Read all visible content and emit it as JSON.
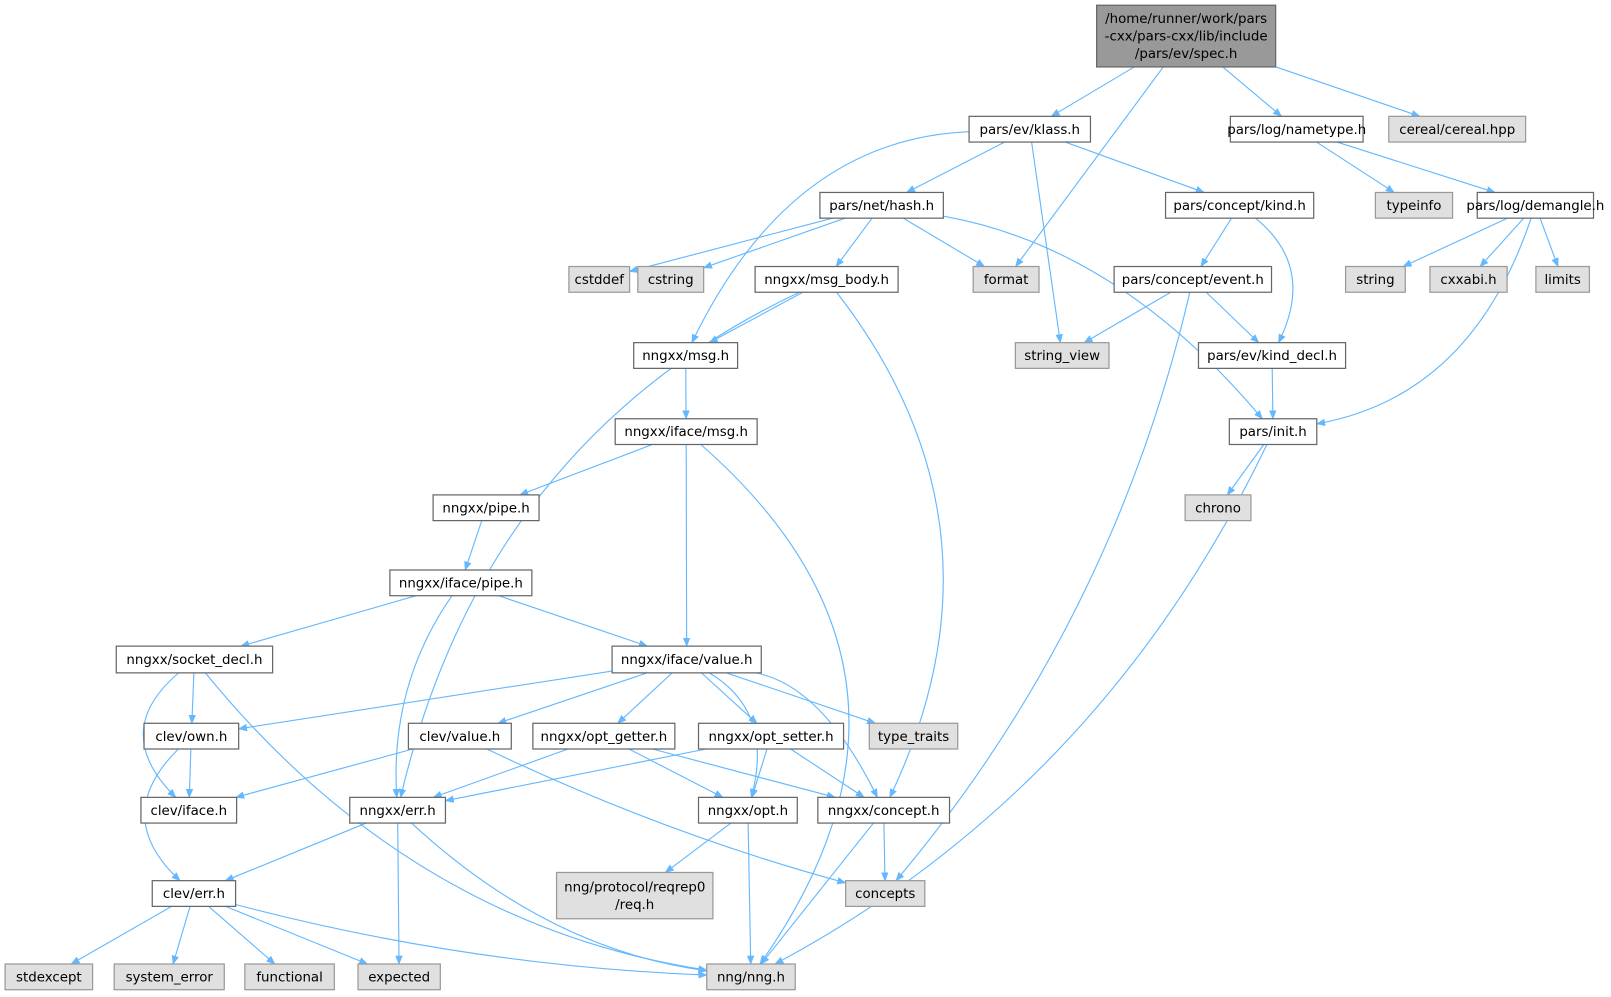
{
  "graph": {
    "type": "include-dependency-graph",
    "colors": {
      "root_fill": "#999999",
      "local_fill": "#ffffff",
      "system_fill": "#e0e0e0",
      "edge": "#63b8ff",
      "local_border": "#666666",
      "system_border": "#999999"
    },
    "nodes": [
      {
        "id": "spec",
        "lines": [
          "/home/runner/work/pars",
          "-cxx/pars-cxx/lib/include",
          "/pars/ev/spec.h"
        ],
        "kind": "root"
      },
      {
        "id": "klass",
        "lines": [
          "pars/ev/klass.h"
        ],
        "kind": "local"
      },
      {
        "id": "nametype",
        "lines": [
          "pars/log/nametype.h"
        ],
        "kind": "local"
      },
      {
        "id": "cereal",
        "lines": [
          "cereal/cereal.hpp"
        ],
        "kind": "system"
      },
      {
        "id": "hash",
        "lines": [
          "pars/net/hash.h"
        ],
        "kind": "local"
      },
      {
        "id": "kind",
        "lines": [
          "pars/concept/kind.h"
        ],
        "kind": "local"
      },
      {
        "id": "typeinfo",
        "lines": [
          "typeinfo"
        ],
        "kind": "system"
      },
      {
        "id": "demangle",
        "lines": [
          "pars/log/demangle.h"
        ],
        "kind": "local"
      },
      {
        "id": "cstddef",
        "lines": [
          "cstddef"
        ],
        "kind": "system"
      },
      {
        "id": "cstring",
        "lines": [
          "cstring"
        ],
        "kind": "system"
      },
      {
        "id": "msg_body",
        "lines": [
          "nngxx/msg_body.h"
        ],
        "kind": "local"
      },
      {
        "id": "format",
        "lines": [
          "format"
        ],
        "kind": "system"
      },
      {
        "id": "event",
        "lines": [
          "pars/concept/event.h"
        ],
        "kind": "local"
      },
      {
        "id": "string",
        "lines": [
          "string"
        ],
        "kind": "system"
      },
      {
        "id": "cxxabi",
        "lines": [
          "cxxabi.h"
        ],
        "kind": "system"
      },
      {
        "id": "limits",
        "lines": [
          "limits"
        ],
        "kind": "system"
      },
      {
        "id": "msg",
        "lines": [
          "nngxx/msg.h"
        ],
        "kind": "local"
      },
      {
        "id": "string_view",
        "lines": [
          "string_view"
        ],
        "kind": "system"
      },
      {
        "id": "kind_decl",
        "lines": [
          "pars/ev/kind_decl.h"
        ],
        "kind": "local"
      },
      {
        "id": "iface_msg",
        "lines": [
          "nngxx/iface/msg.h"
        ],
        "kind": "local"
      },
      {
        "id": "init",
        "lines": [
          "pars/init.h"
        ],
        "kind": "local"
      },
      {
        "id": "pipe",
        "lines": [
          "nngxx/pipe.h"
        ],
        "kind": "local"
      },
      {
        "id": "chrono",
        "lines": [
          "chrono"
        ],
        "kind": "system"
      },
      {
        "id": "iface_pipe",
        "lines": [
          "nngxx/iface/pipe.h"
        ],
        "kind": "local"
      },
      {
        "id": "socket_decl",
        "lines": [
          "nngxx/socket_decl.h"
        ],
        "kind": "local"
      },
      {
        "id": "iface_value",
        "lines": [
          "nngxx/iface/value.h"
        ],
        "kind": "local"
      },
      {
        "id": "own",
        "lines": [
          "clev/own.h"
        ],
        "kind": "local"
      },
      {
        "id": "value",
        "lines": [
          "clev/value.h"
        ],
        "kind": "local"
      },
      {
        "id": "opt_getter",
        "lines": [
          "nngxx/opt_getter.h"
        ],
        "kind": "local"
      },
      {
        "id": "opt_setter",
        "lines": [
          "nngxx/opt_setter.h"
        ],
        "kind": "local"
      },
      {
        "id": "type_traits",
        "lines": [
          "type_traits"
        ],
        "kind": "system"
      },
      {
        "id": "iface",
        "lines": [
          "clev/iface.h"
        ],
        "kind": "local"
      },
      {
        "id": "err",
        "lines": [
          "nngxx/err.h"
        ],
        "kind": "local"
      },
      {
        "id": "opt",
        "lines": [
          "nngxx/opt.h"
        ],
        "kind": "local"
      },
      {
        "id": "concept",
        "lines": [
          "nngxx/concept.h"
        ],
        "kind": "local"
      },
      {
        "id": "nng_req",
        "lines": [
          "nng/protocol/reqrep0",
          "/req.h"
        ],
        "kind": "system"
      },
      {
        "id": "concepts",
        "lines": [
          "concepts"
        ],
        "kind": "system"
      },
      {
        "id": "clev_err",
        "lines": [
          "clev/err.h"
        ],
        "kind": "local"
      },
      {
        "id": "stdexcept",
        "lines": [
          "stdexcept"
        ],
        "kind": "system"
      },
      {
        "id": "system_error",
        "lines": [
          "system_error"
        ],
        "kind": "system"
      },
      {
        "id": "functional",
        "lines": [
          "functional"
        ],
        "kind": "system"
      },
      {
        "id": "expected",
        "lines": [
          "expected"
        ],
        "kind": "system"
      },
      {
        "id": "nng",
        "lines": [
          "nng/nng.h"
        ],
        "kind": "system"
      }
    ],
    "edges": [
      [
        "spec",
        "klass"
      ],
      [
        "spec",
        "format"
      ],
      [
        "spec",
        "nametype"
      ],
      [
        "spec",
        "cereal"
      ],
      [
        "klass",
        "hash"
      ],
      [
        "klass",
        "msg"
      ],
      [
        "klass",
        "string_view"
      ],
      [
        "klass",
        "kind"
      ],
      [
        "nametype",
        "typeinfo"
      ],
      [
        "nametype",
        "demangle"
      ],
      [
        "hash",
        "cstddef"
      ],
      [
        "hash",
        "cstring"
      ],
      [
        "hash",
        "msg_body"
      ],
      [
        "hash",
        "format"
      ],
      [
        "hash",
        "init"
      ],
      [
        "kind",
        "event"
      ],
      [
        "kind",
        "kind_decl"
      ],
      [
        "demangle",
        "string"
      ],
      [
        "demangle",
        "cxxabi"
      ],
      [
        "demangle",
        "limits"
      ],
      [
        "demangle",
        "init"
      ],
      [
        "msg_body",
        "msg"
      ],
      [
        "msg_body",
        "err"
      ],
      [
        "msg_body",
        "concept"
      ],
      [
        "event",
        "string_view"
      ],
      [
        "event",
        "kind_decl"
      ],
      [
        "event",
        "concepts"
      ],
      [
        "kind_decl",
        "init"
      ],
      [
        "msg",
        "iface_msg"
      ],
      [
        "init",
        "chrono"
      ],
      [
        "init",
        "nng"
      ],
      [
        "iface_msg",
        "pipe"
      ],
      [
        "iface_msg",
        "iface_value"
      ],
      [
        "iface_msg",
        "nng"
      ],
      [
        "pipe",
        "iface_pipe"
      ],
      [
        "iface_pipe",
        "socket_decl"
      ],
      [
        "iface_pipe",
        "err"
      ],
      [
        "iface_pipe",
        "iface_value"
      ],
      [
        "socket_decl",
        "own"
      ],
      [
        "socket_decl",
        "iface"
      ],
      [
        "socket_decl",
        "nng"
      ],
      [
        "iface_value",
        "own"
      ],
      [
        "iface_value",
        "value"
      ],
      [
        "iface_value",
        "opt_getter"
      ],
      [
        "iface_value",
        "opt_setter"
      ],
      [
        "iface_value",
        "type_traits"
      ],
      [
        "iface_value",
        "opt"
      ],
      [
        "iface_value",
        "concept"
      ],
      [
        "own",
        "iface"
      ],
      [
        "own",
        "clev_err"
      ],
      [
        "value",
        "iface"
      ],
      [
        "value",
        "concepts"
      ],
      [
        "opt_getter",
        "err"
      ],
      [
        "opt_getter",
        "opt"
      ],
      [
        "opt_getter",
        "concept"
      ],
      [
        "opt_setter",
        "err"
      ],
      [
        "opt_setter",
        "opt"
      ],
      [
        "opt_setter",
        "concept"
      ],
      [
        "err",
        "clev_err"
      ],
      [
        "err",
        "expected"
      ],
      [
        "err",
        "nng"
      ],
      [
        "opt",
        "nng_req"
      ],
      [
        "opt",
        "nng"
      ],
      [
        "concept",
        "concepts"
      ],
      [
        "concept",
        "nng"
      ],
      [
        "clev_err",
        "stdexcept"
      ],
      [
        "clev_err",
        "system_error"
      ],
      [
        "clev_err",
        "functional"
      ],
      [
        "clev_err",
        "expected"
      ],
      [
        "clev_err",
        "nng"
      ]
    ]
  }
}
